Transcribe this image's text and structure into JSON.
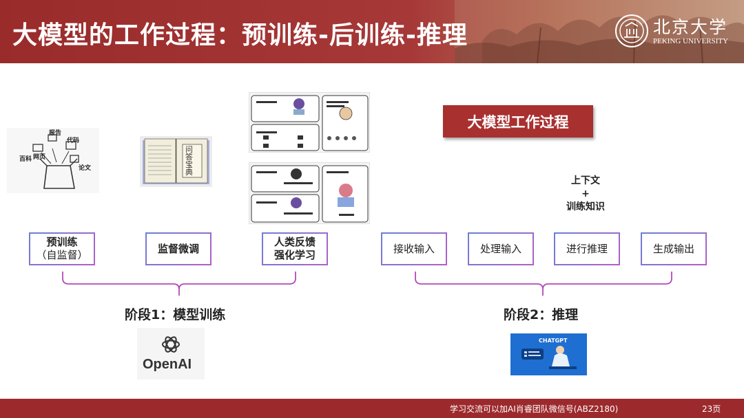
{
  "header": {
    "title": "大模型的工作过程：预训练-后训练-推理",
    "university_cn": "北京大学",
    "university_en": "PEKING UNIVERSITY"
  },
  "stage1": {
    "sketch_labels": [
      "报告",
      "代码",
      "百科",
      "网页",
      "论文"
    ],
    "book_title": "问答宝典",
    "boxes": [
      {
        "line1": "预训练",
        "line2": "（自监督）"
      },
      {
        "line1": "监督微调",
        "line2": ""
      },
      {
        "line1": "人类反馈",
        "line2": "强化学习"
      }
    ],
    "phase_label": "阶段1：模型训练",
    "logo_text": "OpenAI"
  },
  "stage2": {
    "banner": "大模型工作过程",
    "context_note": {
      "line1": "上下文",
      "line2": "+",
      "line3": "训练知识"
    },
    "steps": [
      "接收输入",
      "处理输入",
      "进行推理",
      "生成输出"
    ],
    "phase_label": "阶段2：推理",
    "chatgpt_text": "CHATGPT"
  },
  "footer": {
    "note": "学习交流可以加AI肖睿团队微信号(ABZ2180)",
    "page": "23页"
  },
  "colors": {
    "header_red": "#9a2b2b",
    "banner_red": "#a8302f",
    "footer_red": "#9c2a2c",
    "brace_purple": "#b24ab8",
    "chatgpt_blue": "#1e6fd1"
  }
}
